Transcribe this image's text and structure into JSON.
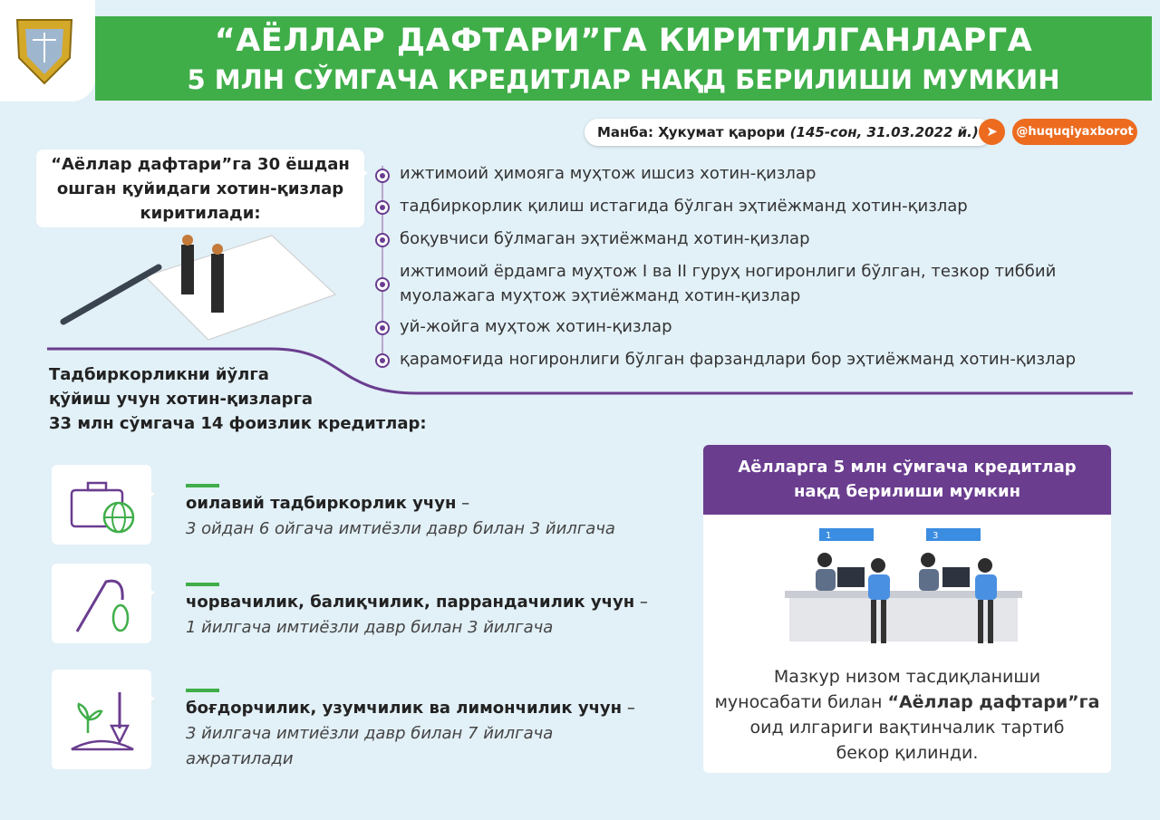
{
  "header": {
    "line1": "“АЁЛЛАР ДАФТАРИ”ГА КИРИТИЛГАНЛАРГА",
    "line2": "5 МЛН СЎМГАЧА КРЕДИТЛАР НАҚД БЕРИЛИШИ МУМКИН"
  },
  "source": {
    "label": "Манба: Ҳукумат қарори",
    "detail": "(145-сон, 31.03.2022 й.)",
    "handle": "@huquqiyaxborot"
  },
  "intro": {
    "text_l1": "“Аёллар дафтари”га 30 ёшдан",
    "text_l2": "ошган қуйидаги хотин-қизлар",
    "text_l3": "киритилади:"
  },
  "criteria": [
    "ижтимоий ҳимояга муҳтож ишсиз хотин-қизлар",
    "тадбиркорлик қилиш истагида бўлган эҳтиёжманд хотин-қизлар",
    "боқувчиси бўлмаган эҳтиёжманд хотин-қизлар",
    "ижтимоий ёрдамга муҳтож I ва II гуруҳ ногиронлиги бўлган, тезкор тиббий",
    "муолажага муҳтож эҳтиёжманд хотин-қизлар",
    "уй-жойга муҳтож хотин-қизлар",
    "қарамоғида ногиронлиги бўлган фарзандлари бор эҳтиёжманд хотин-қизлар"
  ],
  "credits": {
    "heading_l1": "Тадбиркорликни йўлга",
    "heading_l2": "қўйиш учун хотин-қизларга",
    "heading_l3": "33 млн сўмгача 14 фоизлик кредитлар:",
    "items": [
      {
        "title": "оилавий тадбиркорлик учун",
        "sep": " –",
        "desc": "3 ойдан 6 ойгача имтиёзли давр билан 3 йилгача",
        "icon": "briefcase-globe-icon"
      },
      {
        "title": "чорвачилик, балиқчилик, паррандачилик учун",
        "sep": " –",
        "desc": "1 йилгача имтиёзли давр билан 3 йилгача",
        "icon": "fishing-rod-icon"
      },
      {
        "title": "боғдорчилик, узумчилик ва лимончилик учун",
        "sep": " –",
        "desc": "3 йилгача имтиёзли давр билан 7 йилгача",
        "desc2": "ажратилади",
        "icon": "plant-shovel-icon"
      }
    ]
  },
  "cash": {
    "title_l1": "Аёлларга 5 млн сўмгача кредитлар",
    "title_l2": "нақд берилиши мумкин",
    "counter1": "1",
    "counter2": "3",
    "note_l1": "Мазкур низом тасдиқланиши",
    "note_l2a": "муносабати билан ",
    "note_l2b": "“Аёллар дафтари”га",
    "note_l3": "оид илгариги вақтинчалик тартиб",
    "note_l4": "бекор қилинди."
  },
  "colors": {
    "green": "#3fae49",
    "purple": "#6a3d8f",
    "orange": "#ec6b1f",
    "bg": "#e2f0f7"
  }
}
